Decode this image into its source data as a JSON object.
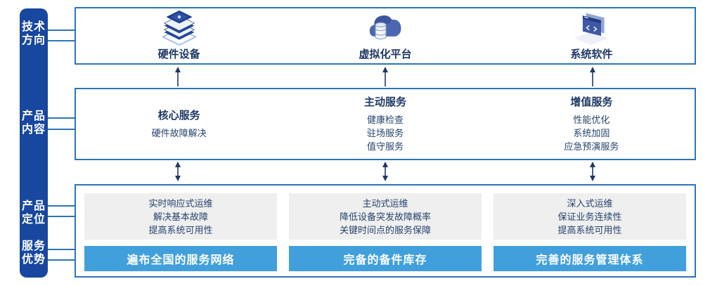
{
  "palette": {
    "sidebar_blue": "#17479e",
    "frame_border_blue": "#2e74b5",
    "navy_text": "#1f3864",
    "body_text": "#26436f",
    "bar_blue": "#41a0dc",
    "panel_gray": "#efefef",
    "arrow_navy": "#1f3864",
    "white": "#ffffff"
  },
  "sidebar": {
    "items": [
      {
        "label": "技术方向",
        "line1": "技术",
        "line2": "方向"
      },
      {
        "label": "产品内容",
        "line1": "产品",
        "line2": "内容"
      },
      {
        "label": "产品定位",
        "line1": "产品",
        "line2": "定位"
      },
      {
        "label": "服务优势",
        "line1": "服务",
        "line2": "优势"
      }
    ]
  },
  "tech_row": {
    "columns": [
      {
        "icon": "server-stack-icon",
        "label": "硬件设备"
      },
      {
        "icon": "cloud-database-icon",
        "label": "虚拟化平台"
      },
      {
        "icon": "code-window-icon",
        "label": "系统软件"
      }
    ]
  },
  "content_row": {
    "columns": [
      {
        "title": "核心服务",
        "items": [
          "硬件故障解决"
        ]
      },
      {
        "title": "主动服务",
        "items": [
          "健康检查",
          "驻场服务",
          "值守服务"
        ]
      },
      {
        "title": "增值服务",
        "items": [
          "性能优化",
          "系统加固",
          "应急预演服务"
        ]
      }
    ]
  },
  "position_row": {
    "columns": [
      {
        "lines": [
          "实时响应式运维",
          "解决基本故障",
          "提高系统可用性"
        ],
        "bar": "遍布全国的服务网络"
      },
      {
        "lines": [
          "主动式运维",
          "降低设备突发故障概率",
          "关键时间点的服务保障"
        ],
        "bar": "完备的备件库存"
      },
      {
        "lines": [
          "深入式运维",
          "保证业务连续性",
          "提高系统可用性"
        ],
        "bar": "完善的服务管理体系"
      }
    ]
  }
}
